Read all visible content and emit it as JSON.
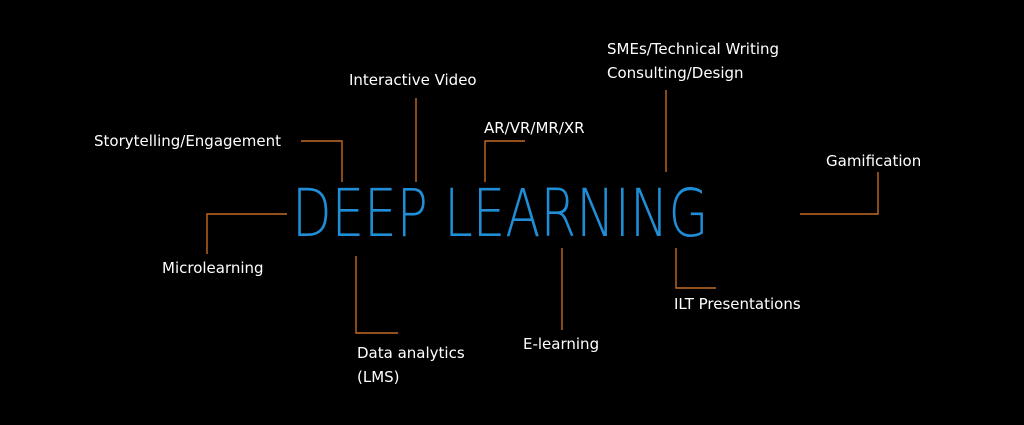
{
  "colors": {
    "background": "#000000",
    "title": "#1f8ed6",
    "label": "#ffffff",
    "connector": "#c46a22"
  },
  "diagram": {
    "center_title": "DEEP LEARNING",
    "topics": {
      "storytelling": "Storytelling/Engagement",
      "interactive_video": "Interactive Video",
      "ar_vr": "AR/VR/MR/XR",
      "smes_line1": "SMEs/Technical Writing",
      "smes_line2": "Consulting/Design",
      "gamification": "Gamification",
      "microlearning": "Microlearning",
      "data_analytics_line1": "Data analytics",
      "data_analytics_line2": "(LMS)",
      "elearning": "E-learning",
      "ilt": "ILT Presentations"
    }
  }
}
